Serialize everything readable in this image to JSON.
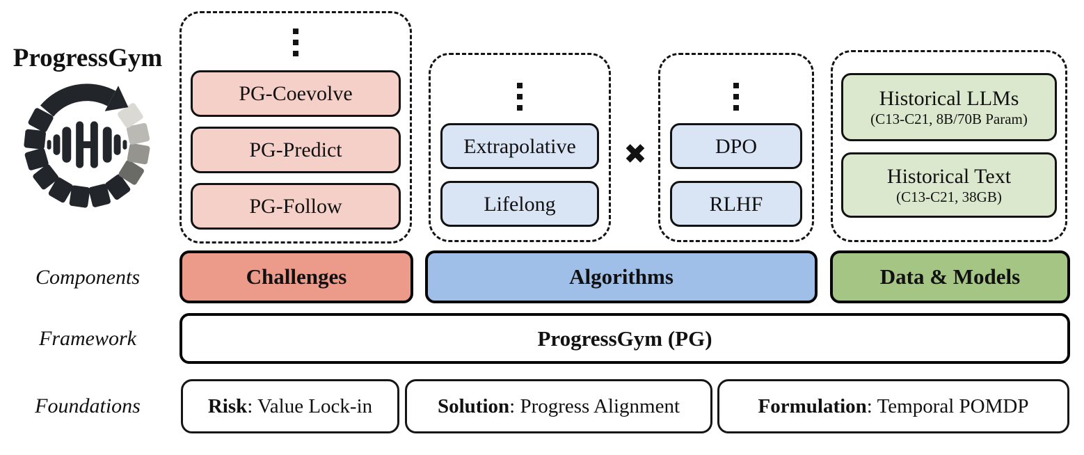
{
  "brand": {
    "title": "ProgressGym",
    "logo": "progressgym-dumbbell-arrow-logo"
  },
  "operator_symbol": "✖",
  "groups": {
    "challenges": {
      "ellipsis_icon": "vertical-ellipsis-icon",
      "items": [
        "PG-Coevolve",
        "PG-Predict",
        "PG-Follow"
      ]
    },
    "paradigms": {
      "ellipsis_icon": "vertical-ellipsis-icon",
      "items": [
        "Extrapolative",
        "Lifelong"
      ]
    },
    "methods": {
      "ellipsis_icon": "vertical-ellipsis-icon",
      "items": [
        "DPO",
        "RLHF"
      ]
    },
    "data_models": {
      "items": [
        {
          "title": "Historical LLMs",
          "caption": "(C13-C21, 8B/70B Param)"
        },
        {
          "title": "Historical Text",
          "caption": "(C13-C21, 38GB)"
        }
      ]
    }
  },
  "rows": {
    "components": {
      "label": "Components",
      "challenges": "Challenges",
      "algorithms": "Algorithms",
      "data_models": "Data & Models"
    },
    "framework": {
      "label": "Framework",
      "value": "ProgressGym (PG)"
    },
    "foundations": {
      "label": "Foundations",
      "items": [
        {
          "term": "Risk",
          "rest": ": Value Lock-in"
        },
        {
          "term": "Solution",
          "rest": ": Progress Alignment"
        },
        {
          "term": "Formulation",
          "rest": ": Temporal POMDP"
        }
      ]
    }
  },
  "colors": {
    "challenge_item_fill": "#f5d0c8",
    "challenges_bar": "#ec9a8a",
    "algorithm_item_fill": "#d9e4f5",
    "algorithms_bar": "#a0bfe8",
    "data_item_fill": "#dce8cd",
    "data_models_bar": "#a5c585",
    "outline": "#121212"
  }
}
